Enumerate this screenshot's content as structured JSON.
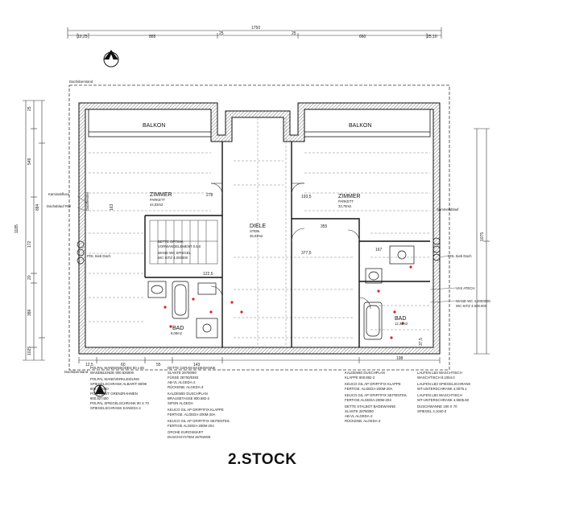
{
  "floor_title": "2.STOCK",
  "rooms": {
    "balcony_left": "BALKON",
    "balcony_right": "BALKON",
    "room_left": "ZIMMER",
    "room_left_floor": "PARKETT",
    "room_left_area": "44,03m2",
    "room_right": "ZIMMER",
    "room_right_floor": "PARKETT",
    "room_right_area": "33,78m2",
    "hall": "DIELE",
    "hall_floor": "STEIN",
    "hall_area": "35,03m2",
    "bath_left": "BAD",
    "bath_left_area": "8,09m2",
    "bath_right": "BAD",
    "bath_right_area": "12,33m2"
  },
  "dimensions": {
    "overall_width": "1750",
    "left_segment": "865",
    "right_segment": "660",
    "left_offset": "10,25",
    "right_offset": "25,10",
    "mid_left": "25",
    "mid_right": "25",
    "total_height_left": "1185",
    "total_height_right": "1075",
    "left_1": "25",
    "left_2": "549",
    "left_3": "884",
    "left_4": "172",
    "left_5": "20",
    "left_6": "386",
    "left_7": "1025",
    "bottom_1": "12,5",
    "bottom_2": "60",
    "bottom_3": "55",
    "bottom_4": "143",
    "bottom_5": "198",
    "inner_1": "122,5",
    "inner_2": "377,5",
    "inner_3": "167",
    "inner_4": "355",
    "inner_5": "278",
    "inner_6": "163",
    "inner_7": "193,5",
    "inner_8": "37,5"
  },
  "labels": {
    "roof_edge_top": "Dachüberstand",
    "roof_edge_bottom": "Dachüberstand",
    "downpipe_left": "Dachablauf RW",
    "vent_left": "Kaminabfluss",
    "downpipe_right": "Sammelablauf",
    "skylight": "Dachfenster",
    "floor_drain": "POL Sieb Dach",
    "floor_drain_right": "POL Sieb Dach",
    "north": "N"
  },
  "spec_notes": [
    "POLPAL WANNENBODEN 80 x 80",
    "WANDBLENDE 900.825000",
    "POLPAL WANDVERKLEIDUNG",
    "SPIEGELSCHRANK ALBARIT 80/90",
    "900.390340",
    "POLPAL WT GRENZRAHMEN",
    "900.827400",
    "POLPAL SPIEGELSCHRANK 80 X 70",
    "SPIEGELSCHRANK KANSIDA 2",
    "DETTE CERAM BADEWANNE",
    "SLANTE 28780/80",
    "FÜSSE 28700/5393",
    "AB-VL ALGEDA-2",
    "RÜCKENB. ALGEDA-3",
    "KALDEWEI DUSCHPLAN",
    "BRAUSETASSE 900.882-2",
    "SIPON ALGEDA",
    "KEUCO GIL AP GRIFF/FIX KLAPPE",
    "FERTIGE. ALGEDA-200M-20A",
    "KEUCO GIL AP GRIFF/FIX SEITENTEIL",
    "FERTIGE ALGEDA-200M-204",
    "GROHE EUROSMART",
    "DUSCHSYSTEM 26782000",
    "KALDEWEI DUSCHPLAN",
    "KLAPPE 900.882-2",
    "KEUCO GIL AP GRIFF/FIX KLAPPE",
    "FERTIGE. ALGEDA-200M-20A",
    "KEUCO GIL AP GRIFF/FIX SEITENTEIL",
    "FERTIGE ALGEDA-200M-204",
    "DETTE STALBOT BADEWANNE",
    "SLANTE 28780/80",
    "AB-VL ALGEDA-2",
    "RÜCKENB. ALGEDA-3",
    "LAUFEN LB3 WASCHTISCH",
    "WASCHTISCH 8.1054.0",
    "LAUFEN LB3 SPIEGELSCHRANK",
    "WT-UNTERSCHRANK 4.0075.1",
    "LAUFEN LB3 WASCHTISCH",
    "WT-UNTERSCHRANK 4.5505.60",
    "DUSCHWANNE 190 X 70",
    "SPIEGEL 4.1040.0",
    "BETTE OPTIMA",
    "VORWANDELEMENT 0.5.0",
    "WAND WC SPIEGEL",
    "WC-SITZ 4.000000",
    "VAS ATECH",
    "WAND WC 4.2003000",
    "WC-SITZ 4.000.000"
  ]
}
